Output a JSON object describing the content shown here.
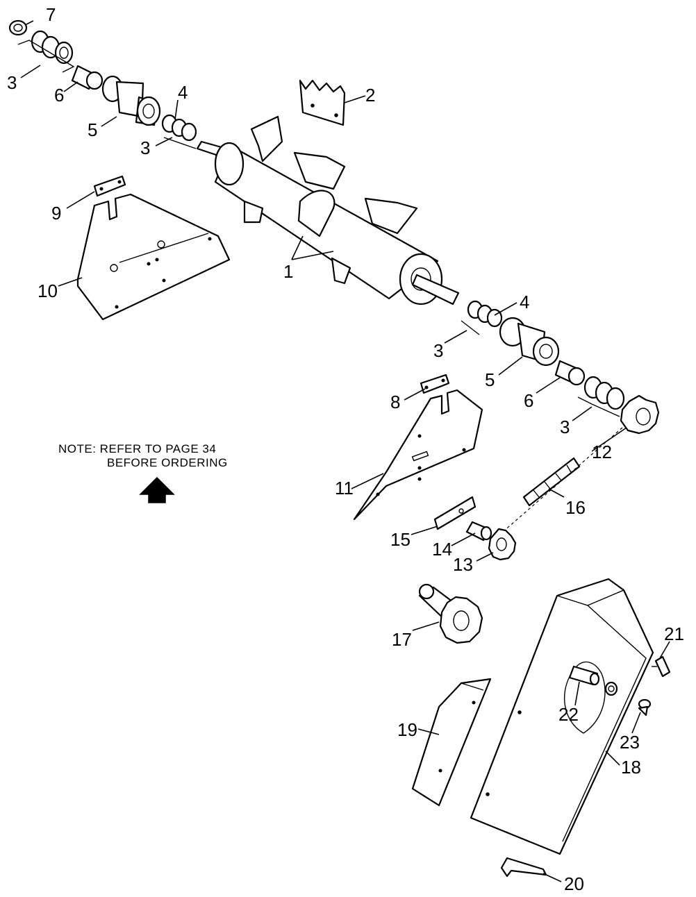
{
  "note": {
    "line1": "NOTE: REFER TO PAGE 34",
    "line2": "BEFORE ORDERING",
    "arrow_icon": "arrow-up-icon"
  },
  "callouts": [
    "7",
    "3",
    "6",
    "5",
    "4",
    "3",
    "2",
    "9",
    "10",
    "1",
    "4",
    "3",
    "5",
    "6",
    "8",
    "3",
    "12",
    "11",
    "16",
    "15",
    "14",
    "13",
    "17",
    "21",
    "22",
    "19",
    "23",
    "18",
    "20"
  ]
}
